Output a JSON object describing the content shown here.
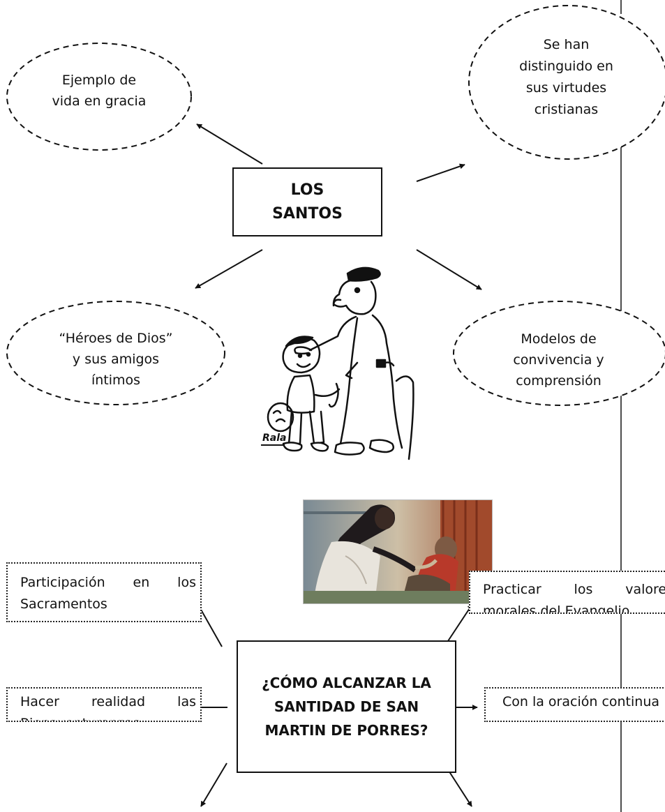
{
  "central": {
    "label": "LOS SANTOS"
  },
  "bubbles": {
    "ejemplo": "Ejemplo de vida en gracia",
    "virtudes": "Se han distinguido en sus virtudes cristianas",
    "heroes": "“Héroes de Dios” y sus amigos íntimos",
    "modelos": "Modelos de convivencia y comprensión"
  },
  "question": {
    "label": "¿CÓMO ALCANZAR LA SANTIDAD DE SAN MARTIN DE PORRES?"
  },
  "actions": {
    "sacramentos": "Participación en los Sacramentos",
    "valores": "Practicar los valores morales del Evangelio",
    "bienaventuranzas": "Hacer realidad las Bienaventuranzas",
    "oracion": "Con la oración continua"
  },
  "images": {
    "cartoon": "cartoon-friar-with-child",
    "cartoon_signature": "Rala",
    "painting": "painting-san-martin-de-porres-healing"
  }
}
